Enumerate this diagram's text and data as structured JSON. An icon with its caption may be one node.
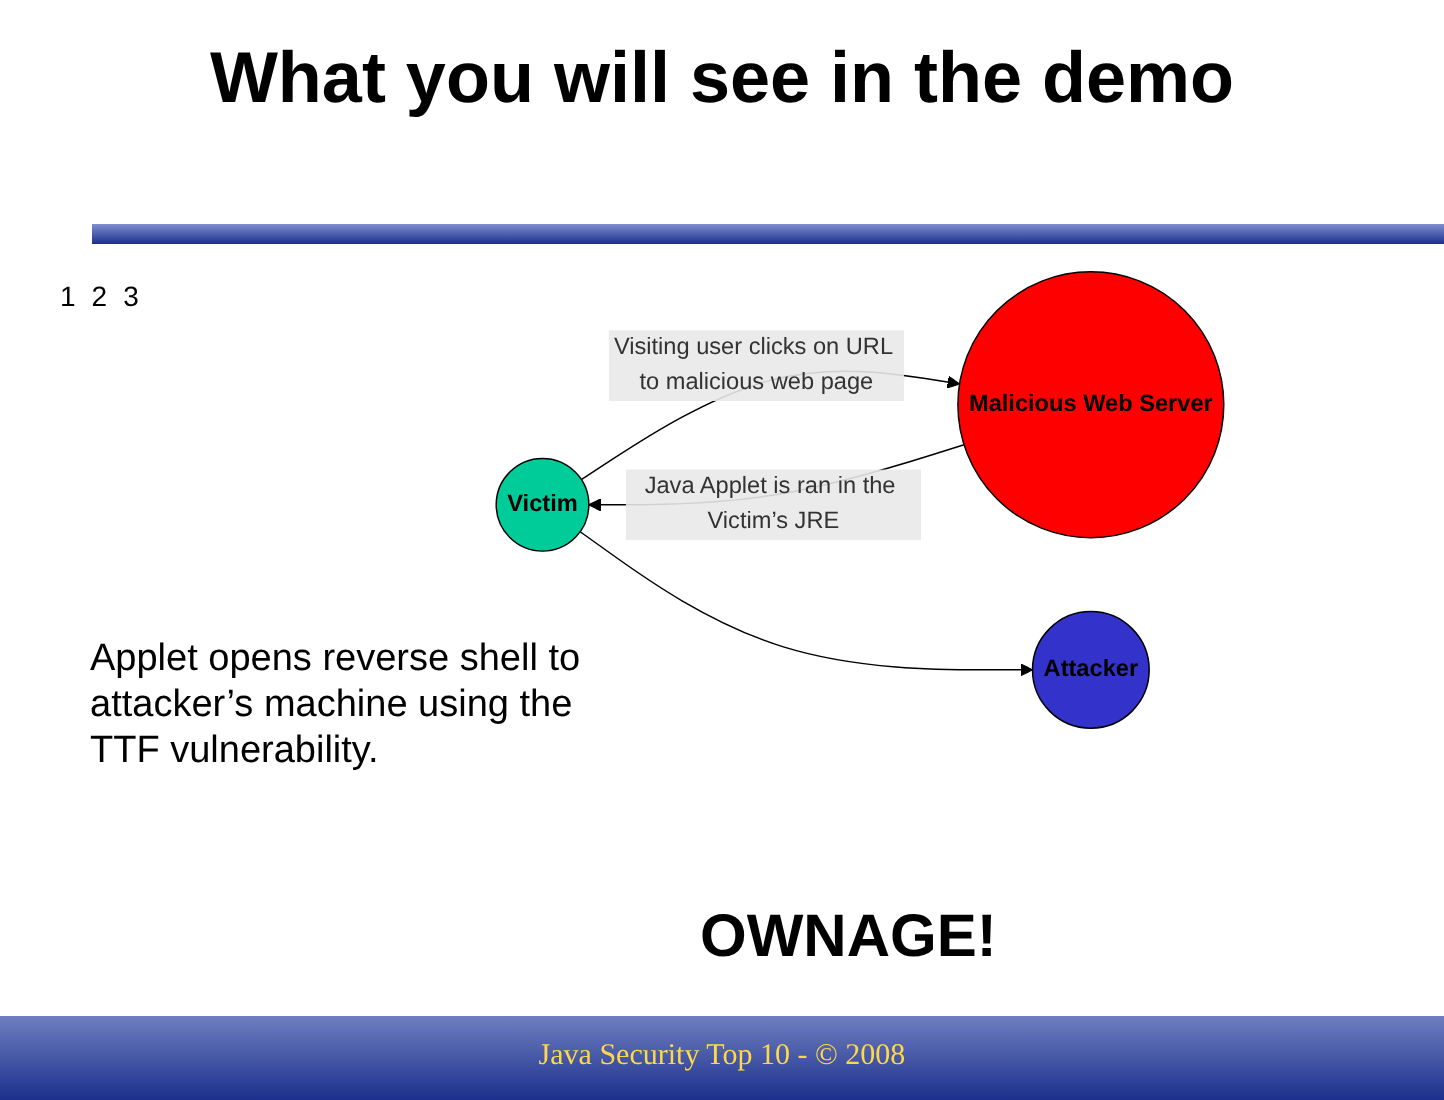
{
  "diagram": {
    "title": "What you will see in the demo",
    "caption": "Java Security Top 10 - © 2008",
    "nodes": [
      {
        "text": [
          "Victim"
        ]
      },
      {
        "text": [
          "Malicious Web Server"
        ]
      },
      {
        "text": [
          "Attacker"
        ]
      }
    ],
    "edges": [
      {
        "from": 0,
        "to": 1,
        "arrow": "to",
        "label": "Visiting user clicks on URL to malicious web page"
      },
      {
        "from": 1,
        "to": 0,
        "arrow": "to",
        "label": "Java Applet is ran in the Victim’s JRE"
      },
      {
        "from": 0,
        "to": 2,
        "arrow": "to"
      }
    ],
    "labels": [
      "1",
      "2",
      "3",
      "Applet opens reverse shell to attacker’s machine using the TTF vulnerability.",
      "OWNAGE!"
    ]
  }
}
